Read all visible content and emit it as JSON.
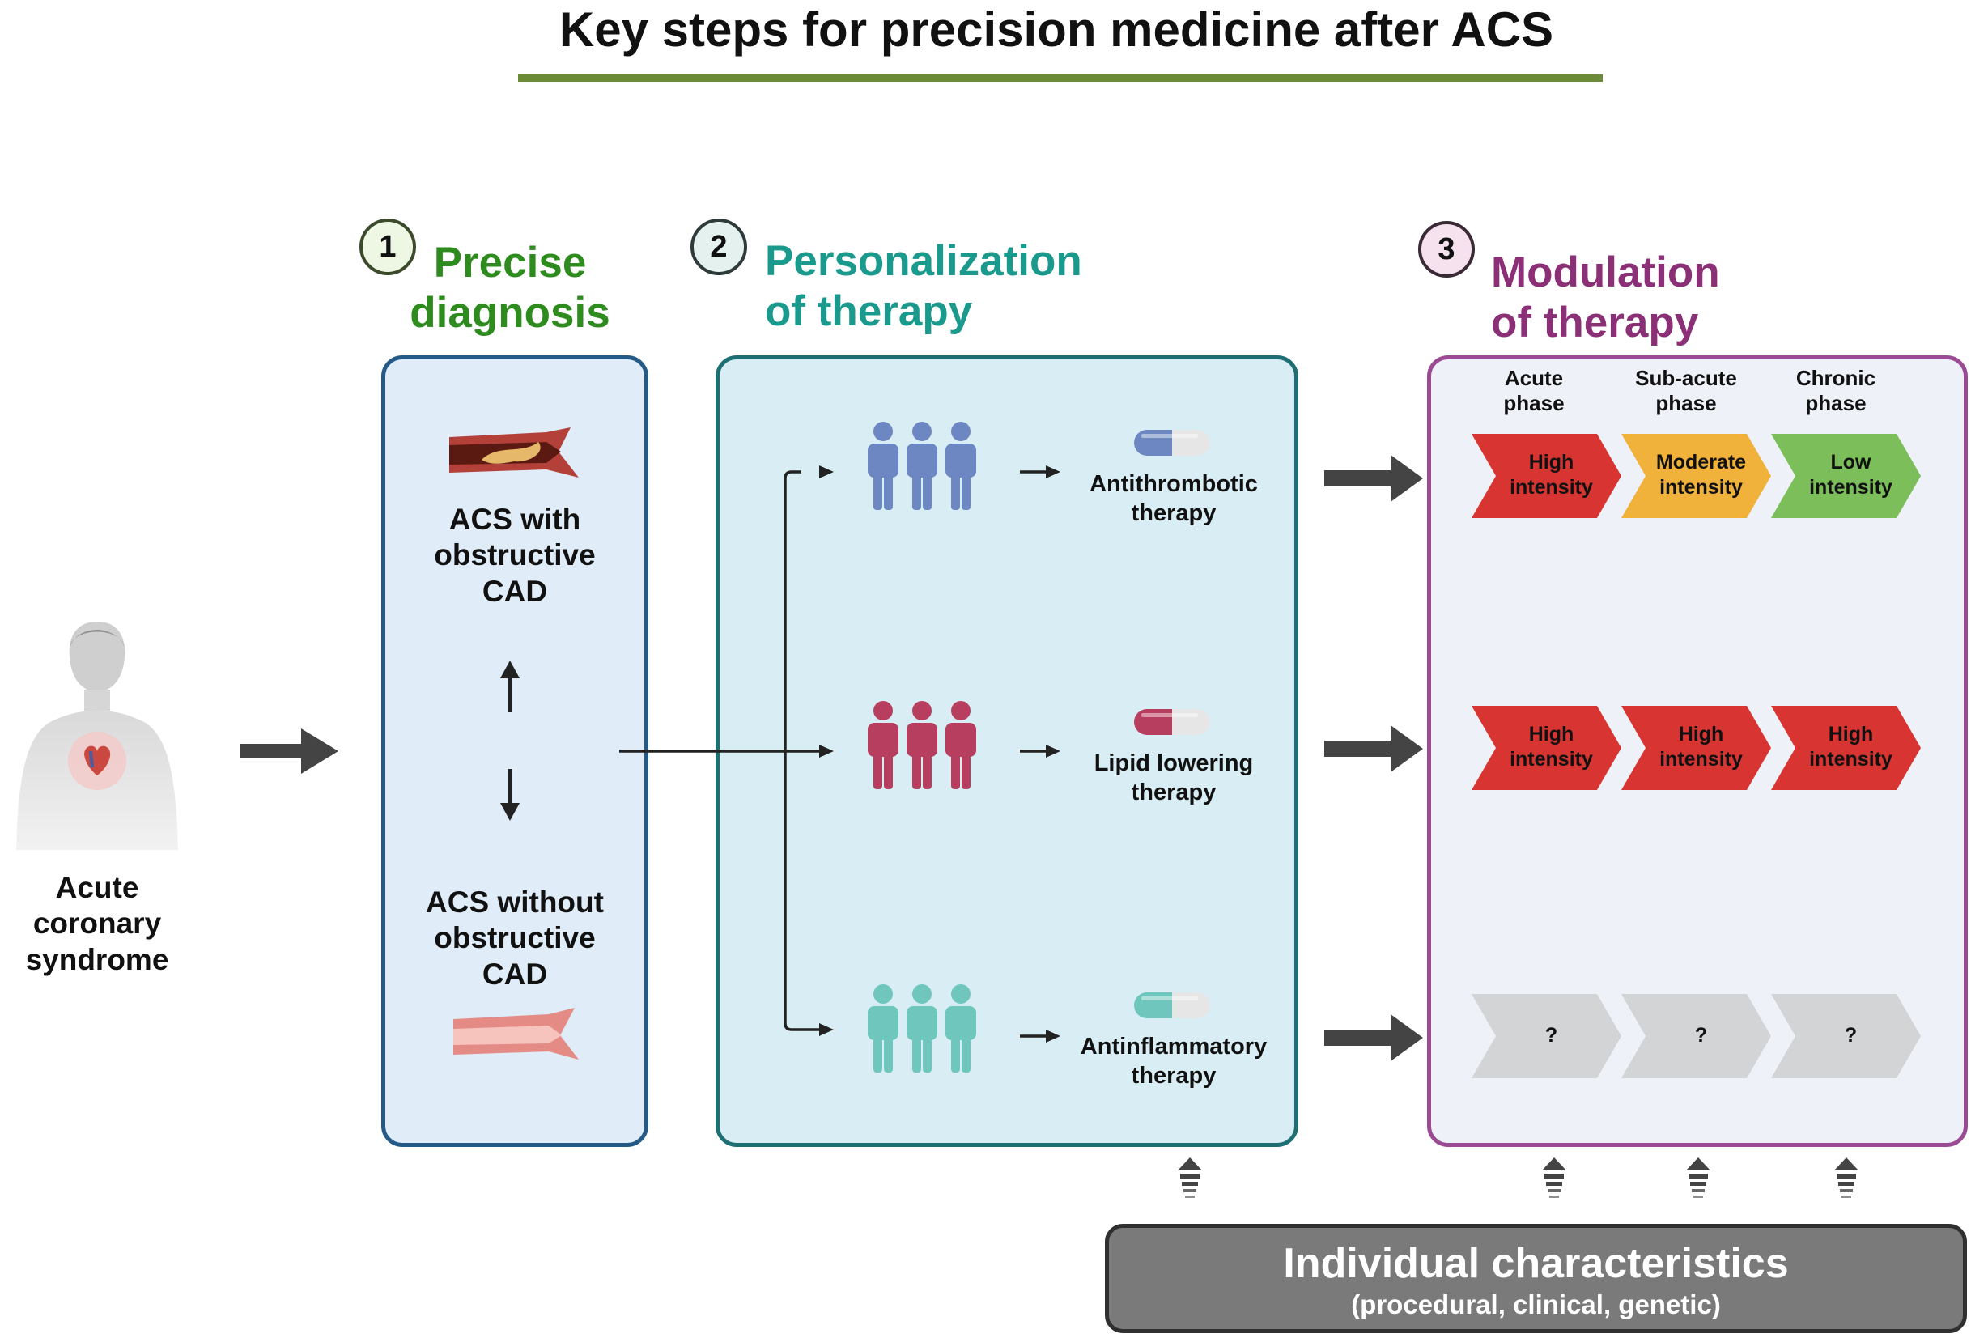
{
  "title": "Key steps for precision medicine after ACS",
  "colors": {
    "rule": "#6b8a3a",
    "step1": "#2e8b1e",
    "step2": "#1a9a8c",
    "step3": "#8b2f76",
    "high": "#d83432",
    "moderate": "#f0b23a",
    "low": "#7cbf5a",
    "unknown": "#d2d4d6",
    "antithrombotic": "#6d87c2",
    "lipid": "#b73e5e",
    "antiinflammatory": "#6ec6bd"
  },
  "patient": {
    "label": "Acute coronary syndrome",
    "lines": [
      "Acute",
      "coronary",
      "syndrome"
    ]
  },
  "steps": [
    {
      "number": "1",
      "heading_lines": [
        "Precise",
        "diagnosis"
      ]
    },
    {
      "number": "2",
      "heading": "Personalization of therapy"
    },
    {
      "number": "3",
      "heading": "Modulation of therapy"
    }
  ],
  "diagnosis": {
    "obstructive_lines": [
      "ACS with",
      "obstructive",
      "CAD"
    ],
    "nonobstructive_lines": [
      "ACS without",
      "obstructive",
      "CAD"
    ]
  },
  "therapies": [
    {
      "lines": [
        "Antithrombotic",
        "therapy"
      ],
      "icon": "people-blue-icon"
    },
    {
      "lines": [
        "Lipid lowering",
        "therapy"
      ],
      "icon": "people-red-icon"
    },
    {
      "lines": [
        "Antinflammatory",
        "therapy"
      ],
      "icon": "people-teal-icon"
    }
  ],
  "phases": [
    {
      "lines": [
        "Acute",
        "phase"
      ]
    },
    {
      "lines": [
        "Sub-acute",
        "phase"
      ]
    },
    {
      "lines": [
        "Chronic",
        "phase"
      ]
    }
  ],
  "intensity_rows": [
    [
      {
        "lines": [
          "High",
          "intensity"
        ],
        "level": "high"
      },
      {
        "lines": [
          "Moderate",
          "intensity"
        ],
        "level": "moderate"
      },
      {
        "lines": [
          "Low",
          "intensity"
        ],
        "level": "low"
      }
    ],
    [
      {
        "lines": [
          "High",
          "intensity"
        ],
        "level": "high"
      },
      {
        "lines": [
          "High",
          "intensity"
        ],
        "level": "high"
      },
      {
        "lines": [
          "High",
          "intensity"
        ],
        "level": "high"
      }
    ],
    [
      {
        "lines": [
          "?"
        ],
        "level": "unknown"
      },
      {
        "lines": [
          "?"
        ],
        "level": "unknown"
      },
      {
        "lines": [
          "?"
        ],
        "level": "unknown"
      }
    ]
  ],
  "individual": {
    "title": "Individual characteristics",
    "subtitle": "(procedural, clinical, genetic)"
  }
}
